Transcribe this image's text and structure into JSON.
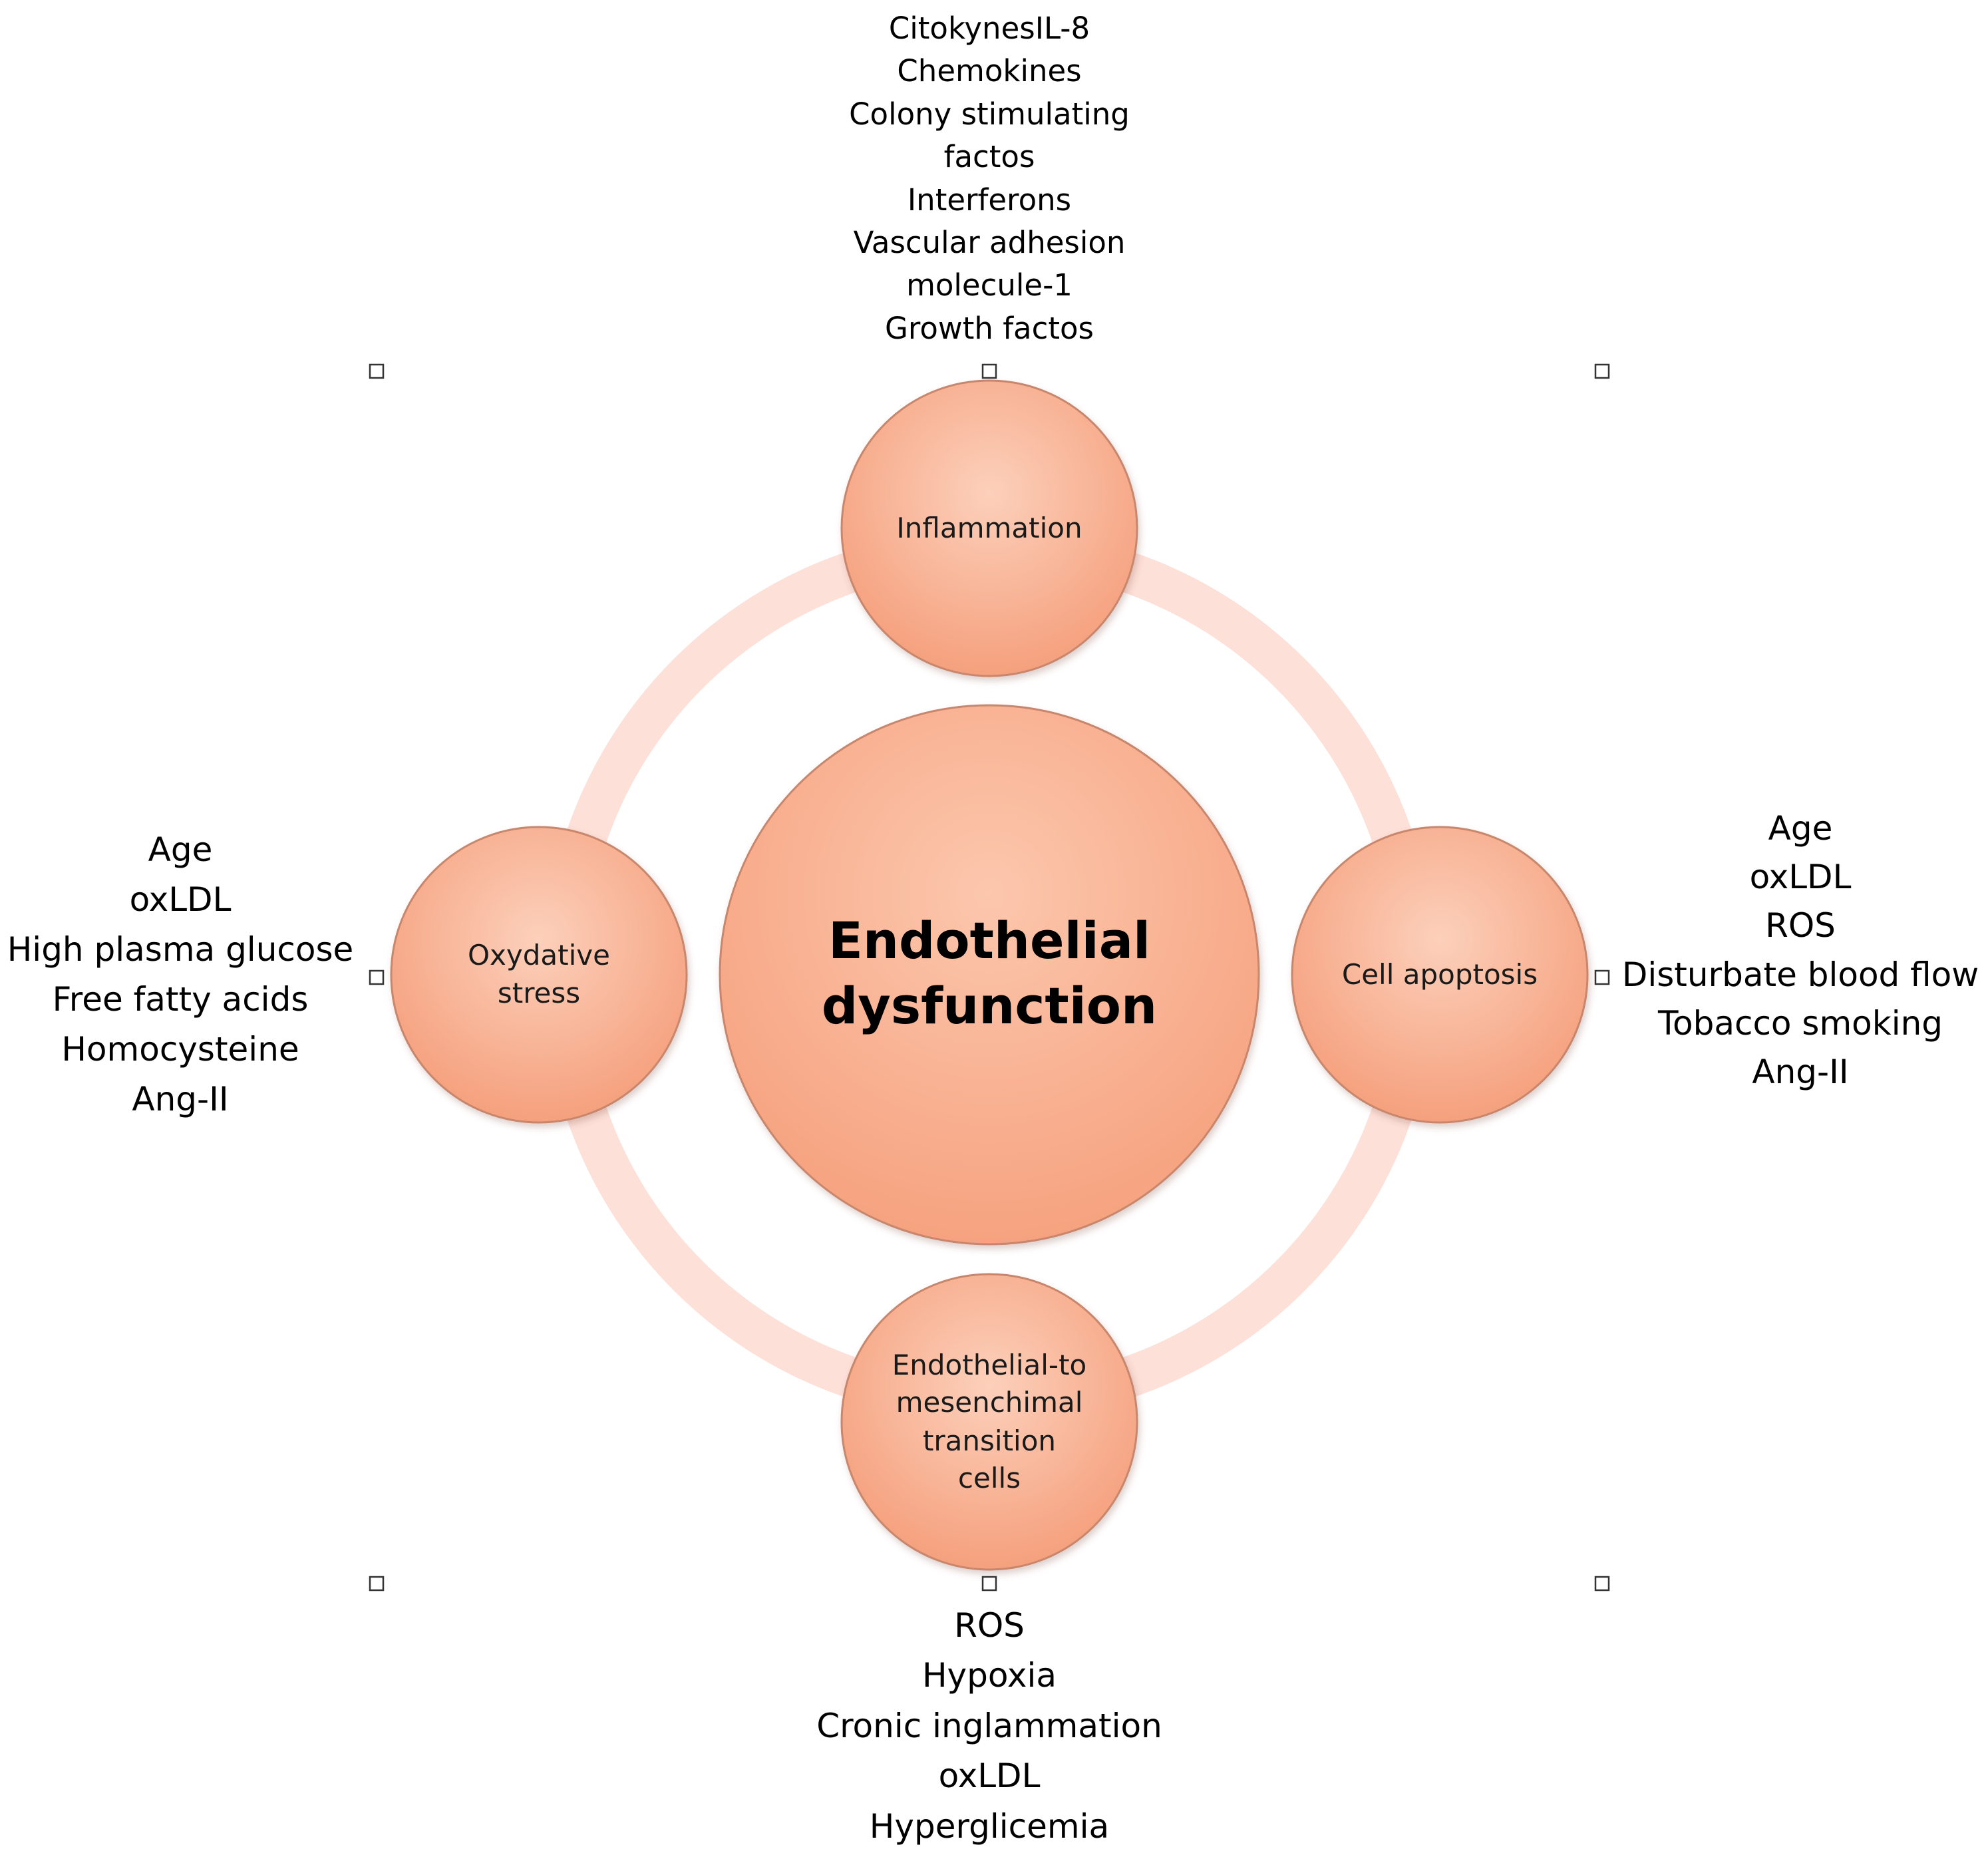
{
  "diagram": {
    "center": {
      "lines": [
        "Endothelial",
        "dysfunction"
      ]
    },
    "nodes": {
      "top": {
        "lines": [
          "Inflammation"
        ],
        "factors": [
          "CitokynesIL-8",
          "Chemokines",
          "Colony stimulating",
          "factos",
          "Interferons",
          "Vascular adhesion",
          "molecule-1",
          "Growth factos"
        ]
      },
      "right": {
        "lines": [
          "Cell apoptosis"
        ],
        "factors": [
          "Age",
          "oxLDL",
          "ROS",
          "Disturbate blood flow",
          "Tobacco smoking",
          "Ang-II"
        ]
      },
      "bottom": {
        "lines": [
          "Endothelial-to",
          "mesenchimal",
          "transition",
          "cells"
        ],
        "factors": [
          "ROS",
          "Hypoxia",
          "Cronic inglammation",
          "oxLDL",
          "Hyperglicemia"
        ]
      },
      "left": {
        "lines": [
          "Oxydative",
          "stress"
        ],
        "factors": [
          "Age",
          "oxLDL",
          "High plasma glucose",
          "Free fatty acids",
          "Homocysteine",
          "Ang-II"
        ]
      }
    },
    "colors": {
      "ring": "#fde0d8",
      "circle_light": "#fbc6ad",
      "circle_dark": "#f6a07c",
      "circle_stroke": "#c8876c"
    }
  }
}
